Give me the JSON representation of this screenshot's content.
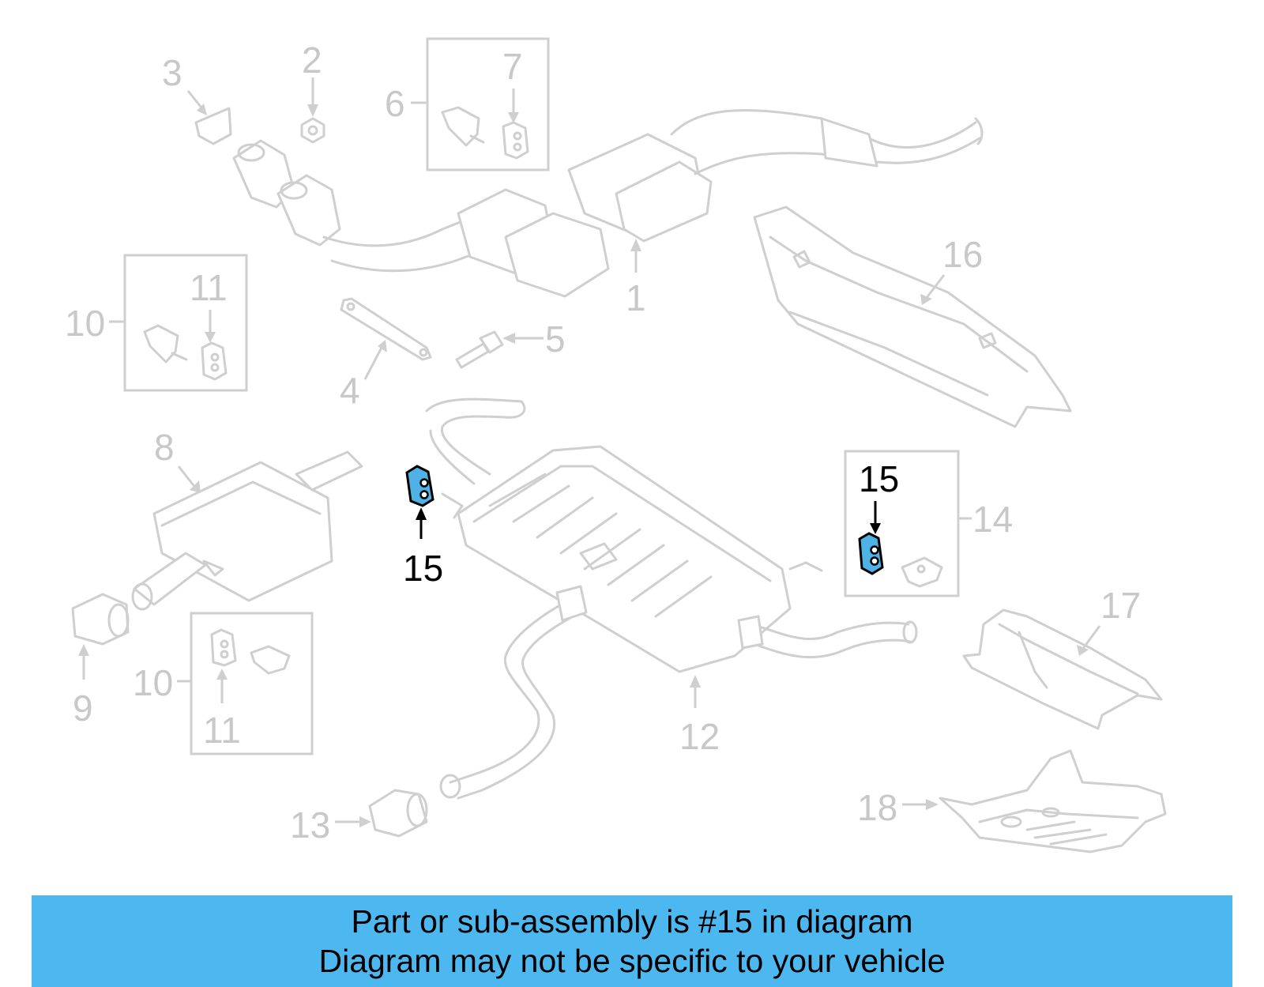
{
  "callouts": {
    "c1": "1",
    "c2": "2",
    "c3": "3",
    "c4": "4",
    "c5": "5",
    "c6": "6",
    "c7": "7",
    "c8": "8",
    "c9": "9",
    "c10a": "10",
    "c10b": "10",
    "c11a": "11",
    "c11b": "11",
    "c12": "12",
    "c13": "13",
    "c14": "14",
    "c15a": "15",
    "c15b": "15",
    "c16": "16",
    "c17": "17",
    "c18": "18"
  },
  "colors": {
    "highlight": "#4fb2e6",
    "banner": "#4db8ef",
    "lineart": "#cfcfcf"
  },
  "banner": {
    "line1": "Part or sub-assembly is #15 in diagram",
    "line2": "Diagram may not be specific to your vehicle"
  }
}
